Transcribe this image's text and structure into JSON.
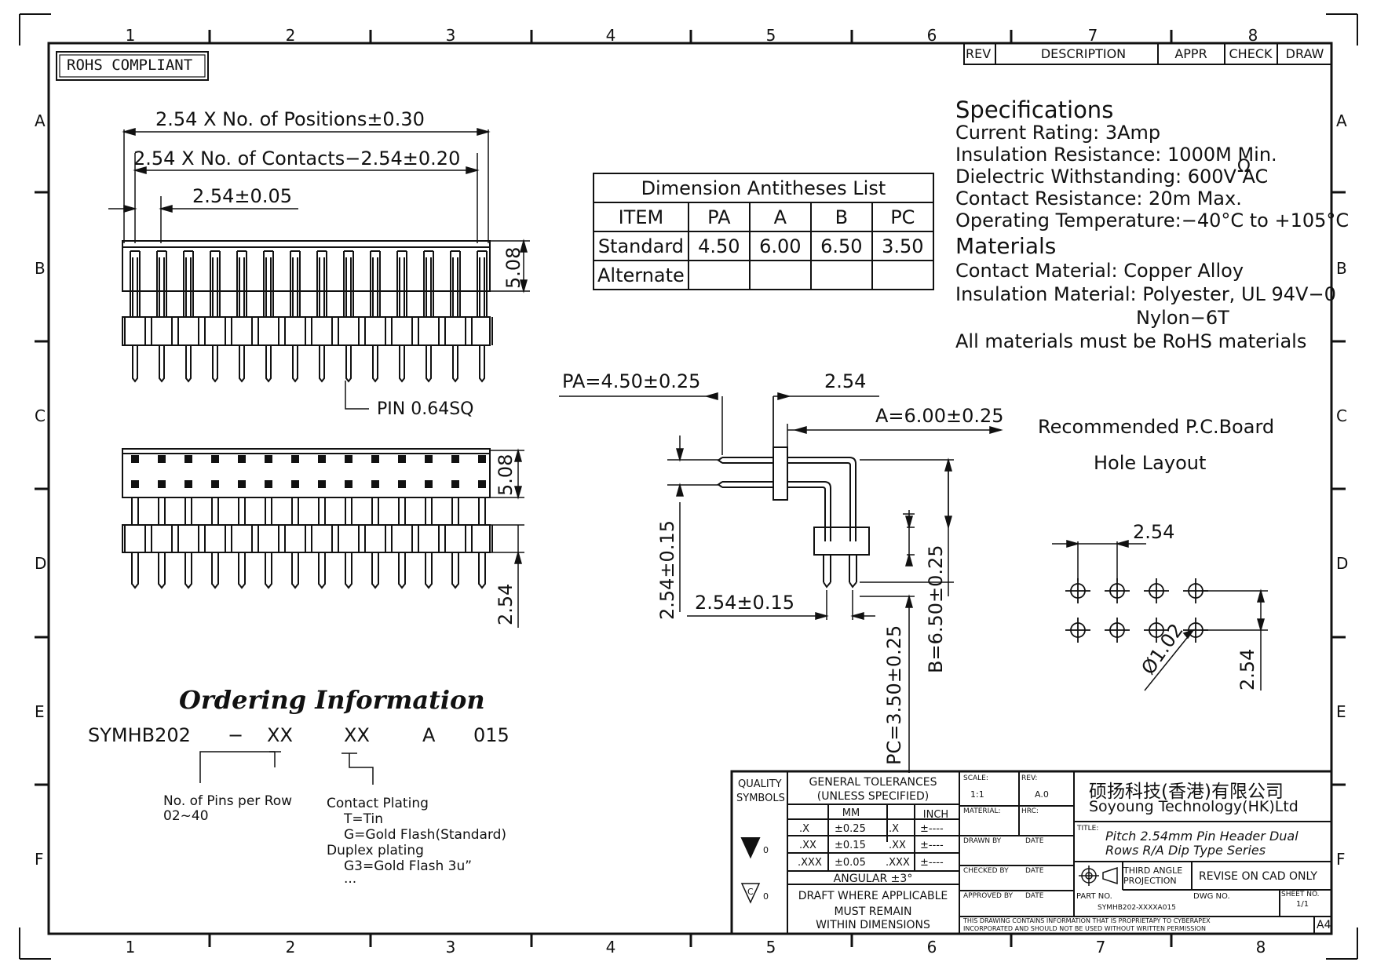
{
  "frame": {
    "zone_numbers": [
      "1",
      "2",
      "3",
      "4",
      "5",
      "6",
      "7",
      "8"
    ],
    "zone_letters": [
      "A",
      "B",
      "C",
      "D",
      "E",
      "F"
    ]
  },
  "rohs": "ROHS COMPLIANT",
  "revision_block": {
    "rev": "REV",
    "description": "DESCRIPTION",
    "appr": "APPR",
    "check": "CHECK",
    "draw": "DRAW"
  },
  "front_view": {
    "dim_positions": "2.54 X No. of Positions±0.30",
    "dim_contacts": "2.54 X No. of Contacts−2.54±0.20",
    "dim_pitch": "2.54±0.05",
    "dim_height": "5.08",
    "pin_note": "PIN 0.64SQ"
  },
  "top_view": {
    "dim_height": "5.08",
    "dim_pitch": "2.54"
  },
  "dimension_table": {
    "title": "Dimension Antitheses List",
    "headers": [
      "ITEM",
      "PA",
      "A",
      "B",
      "PC"
    ],
    "rows": [
      [
        "Standard",
        "4.50",
        "6.00",
        "6.50",
        "3.50"
      ],
      [
        "Alternate",
        "",
        "",
        "",
        ""
      ]
    ]
  },
  "specifications": {
    "title": "Specifications",
    "lines": [
      "Current Rating:   3Amp",
      "Insulation Resistance: 1000M   Min.",
      "Dielectric Withstanding:   600V AC",
      "Contact Resistance:   20m   Max.",
      "Operating Temperature:−40°C to +105°C"
    ],
    "omega": "Ω",
    "materials_title": "Materials",
    "material_lines": [
      "Contact Material: Copper Alloy",
      "Insulation Material: Polyester, UL 94V−0",
      "Nylon−6T",
      "All materials must be RoHS materials"
    ]
  },
  "side_view": {
    "pa": "PA=4.50±0.25",
    "pitch_top": "2.54",
    "a": "A=6.00±0.25",
    "v_254": "2.54±0.15",
    "h_254": "2.54±0.15",
    "pc": "PC=3.50±0.25",
    "b": "B=6.50±0.25"
  },
  "pcb_layout": {
    "title1": "Recommended P.C.Board",
    "title2": "Hole Layout",
    "pitch_h": "2.54",
    "pitch_v": "2.54",
    "hole": "Ø1.02"
  },
  "ordering": {
    "title": "Ordering Information",
    "code": [
      "SYMHB202",
      "−",
      "XX",
      "XX",
      "A",
      "015"
    ],
    "pins_label": "No. of Pins per Row",
    "pins_range": "02~40",
    "plating_lines": [
      "Contact Plating",
      "T=Tin",
      "G=Gold Flash(Standard)",
      "Duplex plating",
      "G3=Gold Flash 3u”",
      "..."
    ]
  },
  "title_block": {
    "quality": "QUALITY",
    "symbols": "SYMBOLS",
    "sym1_suffix": "0",
    "sym2_suffix": "0",
    "sym2_letter": "C",
    "gen_tol": "GENERAL TOLERANCES",
    "unless": "(UNLESS SPECIFIED)",
    "mm": "MM",
    "inch": "INCH",
    "tol_rows": [
      [
        ".X",
        "±0.25",
        ".X",
        "±----"
      ],
      [
        ".XX",
        "±0.15",
        ".XX",
        "±----"
      ],
      [
        ".XXX",
        "±0.05",
        ".XXX",
        "±----"
      ]
    ],
    "angular": "ANGULAR ±3°",
    "draft": [
      "DRAFT WHERE APPLICABLE",
      "MUST REMAIN",
      "WITHIN DIMENSIONS"
    ],
    "scale_label": "SCALE:",
    "scale_val": "1:1",
    "rev_label": "REV:",
    "rev_val": "A.0",
    "material_label": "MATERIAL:",
    "hrc_label": "HRC:",
    "drawn_by": "DRAWN BY",
    "checked_by": "CHECKED BY",
    "approved_by": "APPROVED BY",
    "date": "DATE",
    "company_cn": "硕扬科技(香港)有限公司",
    "company_en": "Soyoung Technology(HK)Ltd",
    "title_label": "TITLE:",
    "title_lines": [
      "Pitch 2.54mm Pin Header Dual",
      "Rows R/A Dip Type Series"
    ],
    "projection": [
      "THIRD ANGLE",
      "PROJECTION"
    ],
    "revise": "REVISE ON CAD ONLY",
    "part_no_label": "PART NO.",
    "part_no": "SYMHB202-XXXXA015",
    "dwg_no": "DWG NO.",
    "sheet_no": "SHEET NO.",
    "sheet_val": "1/1",
    "notice": [
      "THIS DRAWING CONTAINS INFORMATION THAT IS PROPRIETAPY TO CYBERAPEX",
      "INCORPORATED AND SHOULD NOT BE USED WITHOUT WRITTEN PERMISSION"
    ],
    "size": "A4"
  }
}
